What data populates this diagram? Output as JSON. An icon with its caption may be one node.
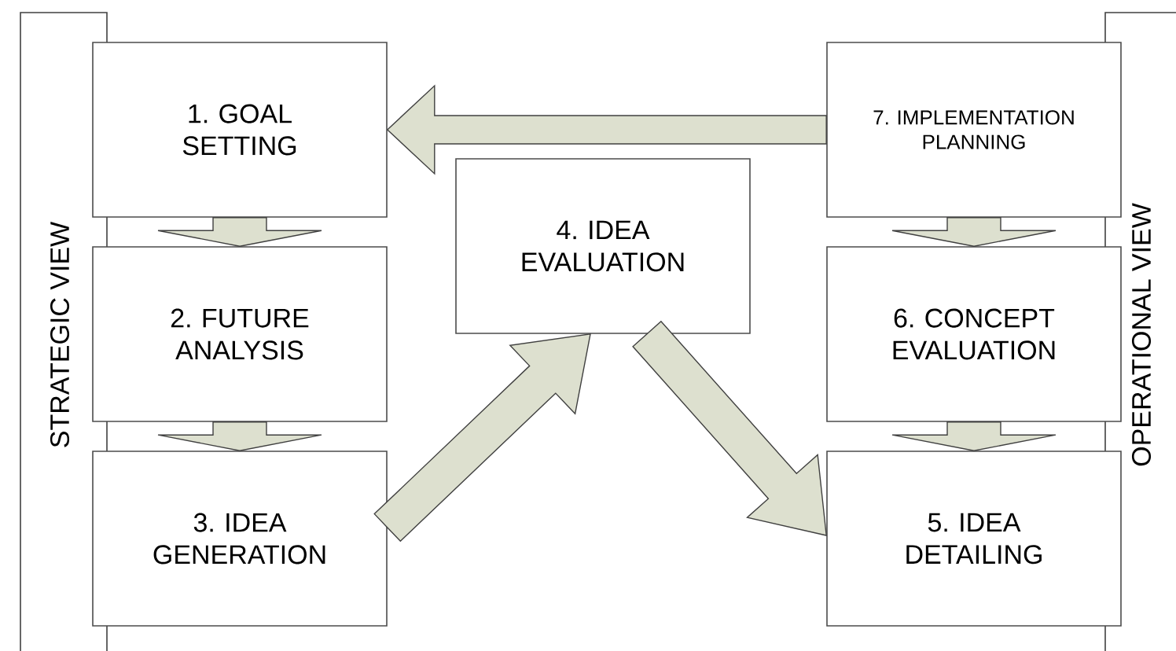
{
  "diagram": {
    "nodes": [
      {
        "text": [
          "STRATEGIC VIEW"
        ]
      },
      {
        "text": [
          "1. GOAL SETTING"
        ]
      },
      {
        "text": [
          "2. FUTURE ANALYSIS"
        ]
      },
      {
        "text": [
          "3. IDEA GENERATION"
        ]
      },
      {
        "text": [
          "4. IDEA EVALUATION"
        ]
      },
      {
        "text": [
          "7. IMPLEMENTATION PLANNING"
        ]
      },
      {
        "text": [
          "6. CONCEPT EVALUATION"
        ]
      },
      {
        "text": [
          "5. IDEA DETAILING"
        ]
      },
      {
        "text": [
          "OPERATIONAL VIEW"
        ]
      }
    ],
    "edges": [
      {
        "from": 1,
        "to": 2,
        "arrow": "to"
      },
      {
        "from": 2,
        "to": 3,
        "arrow": "to"
      },
      {
        "from": 3,
        "to": 4,
        "arrow": "to"
      },
      {
        "from": 4,
        "to": 7,
        "arrow": "to"
      },
      {
        "from": 5,
        "to": 1,
        "arrow": "to"
      },
      {
        "from": 5,
        "to": 6,
        "arrow": "to"
      },
      {
        "from": 6,
        "to": 7,
        "arrow": "to"
      }
    ]
  }
}
